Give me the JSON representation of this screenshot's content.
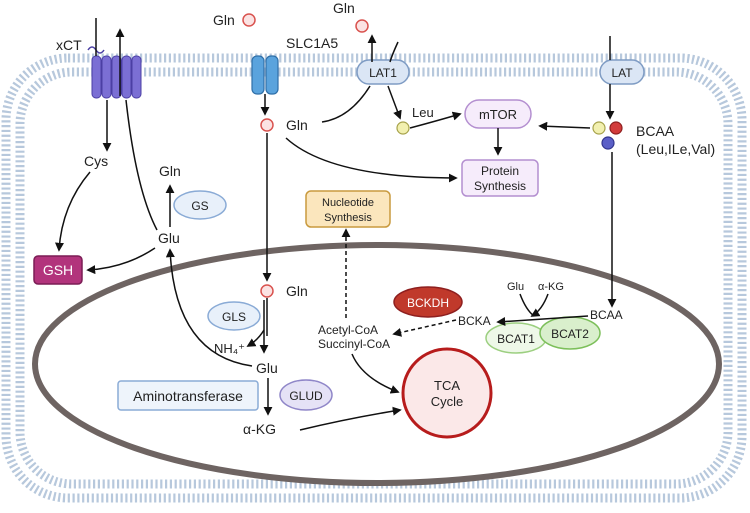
{
  "transporters": {
    "xct": "xCT",
    "slc1a5": "SLC1A5",
    "lat1": "LAT1",
    "lat": "LAT"
  },
  "metabolites": {
    "gln_top_left": "Gln",
    "gln_top_mid": "Gln",
    "gln_cyto": "Gln",
    "gln_gs": "Gln",
    "gln_mito": "Gln",
    "cys": "Cys",
    "glu_cyto": "Glu",
    "glu_mito": "Glu",
    "leu": "Leu",
    "bcaa_cyto": "BCAA",
    "bcaa_cyto_detail": "(Leu,ILe,Val)",
    "nh4": "NH₄⁺",
    "akg_bottom": "α-KG",
    "bcka": "BCKA",
    "bcaa_mito": "BCAA",
    "glu_small": "Glu",
    "akg_small": "α-KG",
    "acetyl_coa": "Acetyl-CoA",
    "succinyl_coa": "Succinyl-CoA"
  },
  "enzymes": {
    "gs": "GS",
    "gls": "GLS",
    "glud": "GLUD",
    "bckdh": "BCKDH",
    "bcat1": "BCAT1",
    "bcat2": "BCAT2",
    "aminotransferase": "Aminotransferase"
  },
  "boxes": {
    "mtor": "mTOR",
    "protein_line1": "Protein",
    "protein_line2": "Synthesis",
    "nucleotide_line1": "Nucleotide",
    "nucleotide_line2": "Synthesis",
    "gsh": "GSH",
    "tca_line1": "TCA",
    "tca_line2": "Cycle"
  },
  "colors": {
    "membrane": "#9fb6cf",
    "mito_membrane": "#6e6462",
    "gln_dot": "#d9534f",
    "leu_dot": "#f2f0b0",
    "val_dot": "#5b5fc7",
    "gsh_fill": "#b2347c",
    "bckdh_fill": "#c0392b",
    "tca_stroke": "#b71c1c",
    "purple_box": "#b48fd0",
    "enzyme_blue": "#a9c4e6",
    "bcat_green": "#7cbf5a",
    "nucleotide_fill": "#fbe6bd",
    "transporter_purple": "#7b6fd4",
    "slc_blue": "#5aa3dd"
  }
}
